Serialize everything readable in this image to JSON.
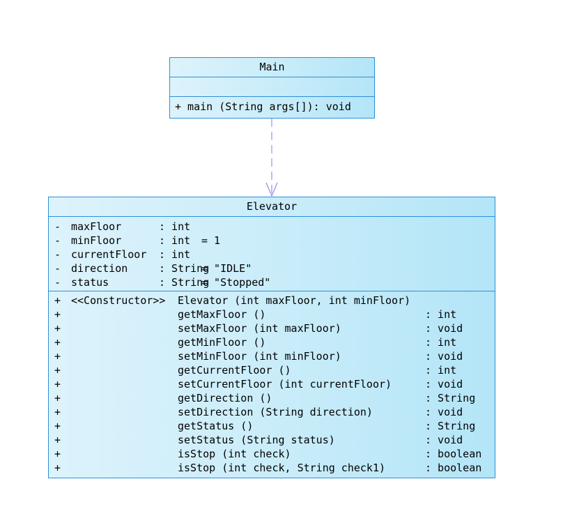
{
  "diagram": {
    "main_class": {
      "name": "Main",
      "operations": [
        {
          "text": "+ main (String args[]): void"
        }
      ]
    },
    "elevator_class": {
      "name": "Elevator",
      "attributes": [
        {
          "vis": "-",
          "name": "maxFloor",
          "type": ": int",
          "default": ""
        },
        {
          "vis": "-",
          "name": "minFloor",
          "type": ": int",
          "default": "= 1"
        },
        {
          "vis": "-",
          "name": "currentFloor",
          "type": ": int",
          "default": ""
        },
        {
          "vis": "-",
          "name": "direction",
          "type": ": String",
          "default": "= \"IDLE\""
        },
        {
          "vis": "-",
          "name": "status",
          "type": ": String",
          "default": "= \"Stopped\""
        }
      ],
      "operations": [
        {
          "vis": "+",
          "stereo": "<<Constructor>>",
          "sig": "Elevator (int maxFloor, int minFloor)",
          "ret": ""
        },
        {
          "vis": "+",
          "stereo": "",
          "sig": "getMaxFloor ()",
          "ret": ": int"
        },
        {
          "vis": "+",
          "stereo": "",
          "sig": "setMaxFloor (int maxFloor)",
          "ret": ": void"
        },
        {
          "vis": "+",
          "stereo": "",
          "sig": "getMinFloor ()",
          "ret": ": int"
        },
        {
          "vis": "+",
          "stereo": "",
          "sig": "setMinFloor (int minFloor)",
          "ret": ": void"
        },
        {
          "vis": "+",
          "stereo": "",
          "sig": "getCurrentFloor ()",
          "ret": ": int"
        },
        {
          "vis": "+",
          "stereo": "",
          "sig": "setCurrentFloor (int currentFloor)",
          "ret": ": void"
        },
        {
          "vis": "+",
          "stereo": "",
          "sig": "getDirection ()",
          "ret": ": String"
        },
        {
          "vis": "+",
          "stereo": "",
          "sig": "setDirection (String direction)",
          "ret": ": void"
        },
        {
          "vis": "+",
          "stereo": "",
          "sig": "getStatus ()",
          "ret": ": String"
        },
        {
          "vis": "+",
          "stereo": "",
          "sig": "setStatus (String status)",
          "ret": ": void"
        },
        {
          "vis": "+",
          "stereo": "",
          "sig": "isStop (int check)",
          "ret": ": boolean"
        },
        {
          "vis": "+",
          "stereo": "",
          "sig": "isStop (int check, String check1)",
          "ret": ": boolean"
        }
      ]
    },
    "relationship": {
      "type": "dependency",
      "from": "Main",
      "to": "Elevator"
    },
    "colors": {
      "border": "#2d8fd9",
      "fill_light": "#ddf3fc",
      "fill_dark": "#b3e5f8",
      "dependency_line": "#7b7bf0"
    }
  }
}
